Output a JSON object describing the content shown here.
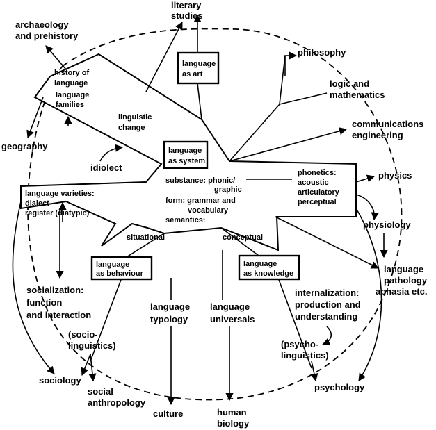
{
  "labels": {
    "literary_studies": [
      "literary",
      "studies"
    ],
    "archaeology": [
      "archaeology",
      "and prehistory"
    ],
    "philosophy": [
      "philosophy"
    ],
    "logic_math": [
      "logic and",
      "mathematics"
    ],
    "comm_eng": [
      "communications",
      "engineering"
    ],
    "geography": [
      "geography"
    ],
    "physics": [
      "physics"
    ],
    "physiology": [
      "physiology"
    ],
    "lang_pathology": [
      "language",
      "pathology",
      "aphasia etc."
    ],
    "socialization": [
      "socialization:",
      "function",
      "and interaction"
    ],
    "sociolinguistics": [
      "(socio-",
      "linguistics)"
    ],
    "sociology": [
      "sociology"
    ],
    "social_anthropology": [
      "social",
      "anthropology"
    ],
    "culture": [
      "culture"
    ],
    "human_biology": [
      "human",
      "biology"
    ],
    "lang_typology": [
      "language",
      "typology"
    ],
    "lang_universals": [
      "language",
      "universals"
    ],
    "internalization": [
      "internalization:",
      "production and",
      "understanding"
    ],
    "psycholinguistics": [
      "(psycho-",
      "linguistics)"
    ],
    "psychology": [
      "psychology"
    ],
    "history": [
      "history of",
      "language",
      "language",
      "families"
    ],
    "linguistic_change": [
      "linguistic",
      "change"
    ],
    "idiolect": [
      "idiolect"
    ],
    "varieties": [
      "language varieties:",
      "dialect",
      "register (diatypic)"
    ],
    "substance": [
      "substance: phonic/",
      "graphic"
    ],
    "form": [
      "form: grammar and",
      "vocabulary"
    ],
    "semantics": [
      "semantics:"
    ],
    "situational": [
      "situational"
    ],
    "conceptual": [
      "conceptual"
    ],
    "phonetics": [
      "phonetics:",
      "acoustic",
      "articulatory",
      "perceptual"
    ]
  },
  "boxes": {
    "lang_art": [
      "language",
      "as art"
    ],
    "lang_system": [
      "language",
      "as system"
    ],
    "lang_behaviour": [
      "language",
      "as behaviour"
    ],
    "lang_knowledge": [
      "language",
      "as knowledge"
    ]
  }
}
